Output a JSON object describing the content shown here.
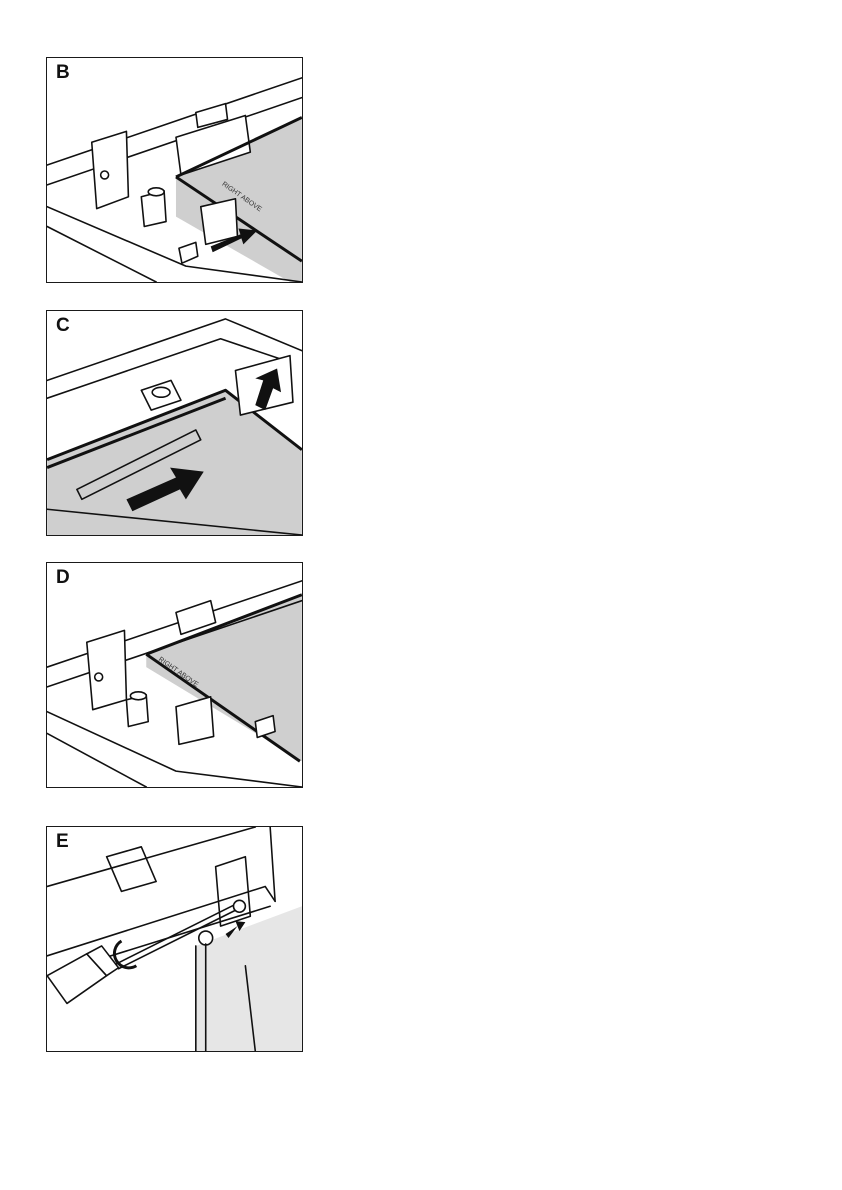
{
  "figures": [
    {
      "label": "B",
      "glass_print": "RIGHT ABOVE",
      "icon": "glass-bracket-insert-illustration"
    },
    {
      "label": "C",
      "icon": "glass-slide-in-illustration"
    },
    {
      "label": "D",
      "glass_print": "RIGHT ABOVE",
      "icon": "glass-seated-illustration"
    },
    {
      "label": "E",
      "icon": "screwdriver-tighten-illustration"
    }
  ],
  "colors": {
    "line": "#111111",
    "glass": "#cfcfcf",
    "background": "#ffffff"
  }
}
